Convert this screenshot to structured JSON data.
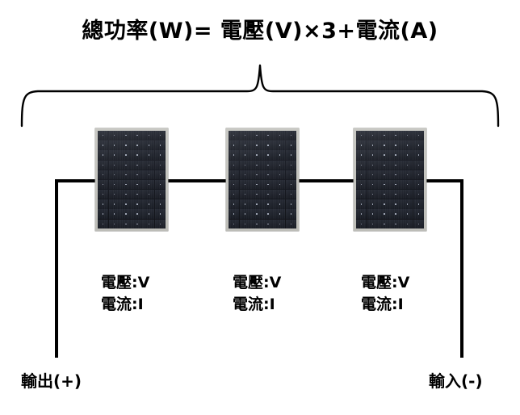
{
  "diagram": {
    "title": "總功率(W)= 電壓(V)×3+電流(A)",
    "panel_count": 3,
    "wiring_type": "series",
    "colors": {
      "background": "#ffffff",
      "wire": "#000000",
      "text": "#000000",
      "panel_frame": "#c9c9c4",
      "panel_cell": "#1a1d25"
    }
  },
  "panels": [
    {
      "id": "panel-1",
      "voltage_label": "電壓:V",
      "current_label": "電流:I",
      "cell_columns": 6,
      "cell_rows": 10
    },
    {
      "id": "panel-2",
      "voltage_label": "電壓:V",
      "current_label": "電流:I",
      "cell_columns": 6,
      "cell_rows": 10
    },
    {
      "id": "panel-3",
      "voltage_label": "電壓:V",
      "current_label": "電流:I",
      "cell_columns": 6,
      "cell_rows": 10
    }
  ],
  "terminals": {
    "output": "輸出(+)",
    "input": "輸入(-)"
  }
}
